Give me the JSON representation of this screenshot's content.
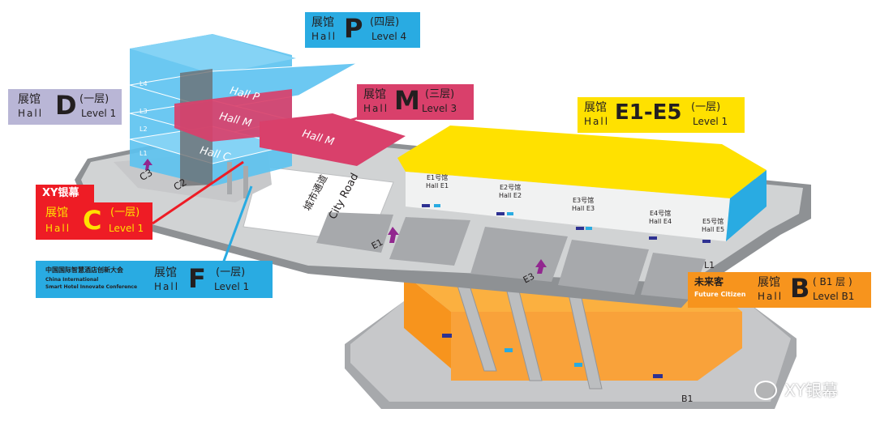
{
  "map": {
    "hall_p": {
      "zh": "展馆",
      "en": "Hall",
      "letter": "P",
      "level_zh": "(四层)",
      "level_en": "Level 4",
      "color": "#29abe2"
    },
    "hall_d": {
      "zh": "展馆",
      "en": "Hall",
      "letter": "D",
      "level_zh": "(一层)",
      "level_en": "Level 1",
      "color": "#b9b6d6"
    },
    "hall_m": {
      "zh": "展馆",
      "en": "Hall",
      "letter": "M",
      "level_zh": "(三层)",
      "level_en": "Level 3",
      "color": "#d9406b"
    },
    "hall_e": {
      "zh": "展馆",
      "en": "Hall",
      "letter": "E1-E5",
      "level_zh": "(一层)",
      "level_en": "Level 1",
      "color": "#ffe100"
    },
    "hall_c": {
      "tag": "XY银幕",
      "zh": "展馆",
      "en": "Hall",
      "letter": "C",
      "level_zh": "(一层)",
      "level_en": "Level 1",
      "color": "#ee1c25"
    },
    "hall_f": {
      "event_zh": "中国国际智慧酒店创新大会",
      "event_en_1": "China International",
      "event_en_2": "Smart Hotel Innovate Conference",
      "zh": "展馆",
      "en": "Hall",
      "letter": "F",
      "level_zh": "(一层)",
      "level_en": "Level 1",
      "color": "#29abe2"
    },
    "hall_b": {
      "zh_brand": "未来客",
      "en_brand": "Future Citizen",
      "zh": "展馆",
      "en": "Hall",
      "letter": "B",
      "level_zh": "( B1 层 )",
      "level_en": "Level B1",
      "color": "#f7941d"
    },
    "building_labels": {
      "hall_p": "Hall P",
      "hall_m1": "Hall M",
      "hall_m2": "Hall M",
      "hall_c": "Hall C",
      "l4": "L4",
      "l3": "L3",
      "l2": "L2",
      "l1": "L1"
    },
    "road": {
      "zh": "城市通道",
      "en": "City Road"
    },
    "e_halls": [
      {
        "zh": "E1号馆",
        "en": "Hall E1"
      },
      {
        "zh": "E2号馆",
        "en": "Hall E2"
      },
      {
        "zh": "E3号馆",
        "en": "Hall E3"
      },
      {
        "zh": "E4号馆",
        "en": "Hall E4"
      },
      {
        "zh": "E5号馆",
        "en": "Hall E5"
      }
    ],
    "markers": {
      "c3": "C3",
      "c2": "C2",
      "e1": "E1",
      "e3": "E3",
      "l1": "L1",
      "b1": "B1"
    },
    "watermark": "XY银幕"
  }
}
